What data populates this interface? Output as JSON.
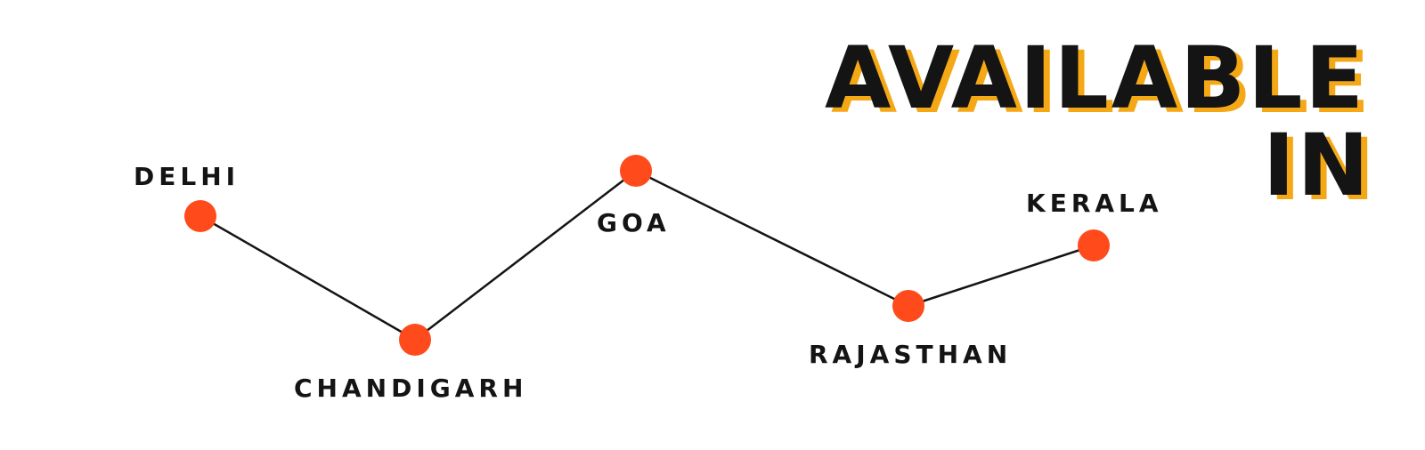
{
  "title": {
    "line1": "AVAILABLE",
    "line2": "IN"
  },
  "locations": [
    {
      "name": "DELHI"
    },
    {
      "name": "CHANDIGARH"
    },
    {
      "name": "GOA"
    },
    {
      "name": "RAJASTHAN"
    },
    {
      "name": "KERALA"
    }
  ],
  "colors": {
    "node": "#ff4a1c",
    "line": "#141414",
    "title": "#141414",
    "title_shadow": "#f5a815",
    "background": "#ffffff"
  }
}
